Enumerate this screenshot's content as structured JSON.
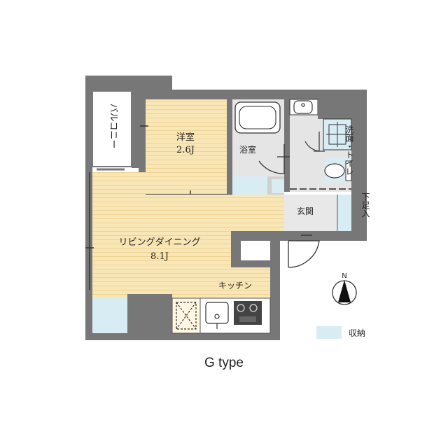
{
  "rooms": {
    "western_room": {
      "name": "洋室",
      "size": "2.6J"
    },
    "living_dining": {
      "name": "リビングダイニング",
      "size": "8.1J"
    },
    "kitchen": {
      "name": "キッチン"
    },
    "bathroom": {
      "name": "浴室"
    },
    "washroom_toilet": {
      "name": "洗面・トイレ"
    },
    "entrance": {
      "name": "玄関"
    },
    "shoe_storage": {
      "name": "下足入"
    },
    "balcony": {
      "name": "バルコニー"
    }
  },
  "compass": {
    "label": "N"
  },
  "legend": {
    "storage_label": "収納",
    "storage_color": "#d8ecf4"
  },
  "colors": {
    "wall": "#777777",
    "floor": "#f7e3b0",
    "wet_area": "#e5e5e5",
    "storage": "#d8ecf4"
  },
  "caption": "G type"
}
